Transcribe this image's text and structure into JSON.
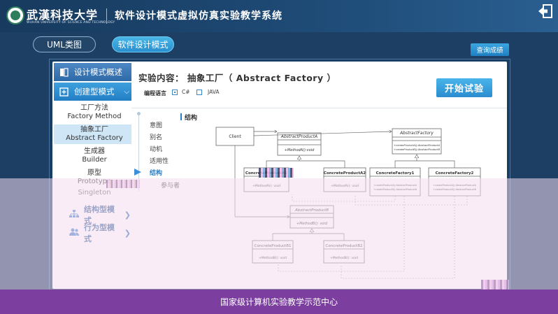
{
  "header": {
    "university_name": "武漢科技大学",
    "university_en": "WUHAN UNIVERSITY OF SCIENCE AND TECHNOLOGY",
    "system_title": "软件设计模式虚拟仿真实验教学系统",
    "exit_icon": "exit-icon"
  },
  "tabs": [
    {
      "label": "UML类图"
    },
    {
      "label": "软件设计模式"
    }
  ],
  "query_button": "查询成绩",
  "sidebar": {
    "overview": "设计模式概述",
    "creational": "创建型模式",
    "creational_items": [
      {
        "cn": "工厂方法",
        "en": "Factory Method"
      },
      {
        "cn": "抽象工厂",
        "en": "Abstract Factory"
      },
      {
        "cn": "生成器",
        "en": "Builder"
      },
      {
        "cn": "原型",
        "en": "Prototype"
      },
      {
        "cn": "",
        "en": "Singleton"
      }
    ],
    "structural": "结构型模式",
    "behavioral": "行为型模式"
  },
  "main": {
    "title": "实验内容： 抽象工厂（ Abstract Factory ）",
    "language_label": "编程语言",
    "lang_cs": "C#",
    "lang_java": "JAVA",
    "start_button": "开始试验",
    "toc": [
      "意图",
      "别名",
      "动机",
      "适用性",
      "结构",
      "参与者"
    ],
    "section_title": "结构"
  },
  "uml": {
    "client": "Client",
    "abstract_product_a": "AbstractProductA",
    "method_a": "+MethodA():void",
    "abstract_factory": "AbstractFactory",
    "create_a": "+createProductA():AbstractProductA",
    "create_b": "+createProductB():AbstractProductB",
    "concrete_a1": "ConcreteProductA1",
    "concrete_a2": "ConcreteProductA2",
    "concrete_f1": "ConcreteFactory1",
    "concrete_f2": "ConcreteFactory2",
    "method_a_short": "+MethodA(): void",
    "f_create_a": "+createProductA():AbstractProductA",
    "f_create_b": "+createProductB():AbstractProductB",
    "abstract_product_b": "AbstractProductB",
    "method_b": "+MethodB(): void",
    "concrete_b1": "ConcreteProductB1",
    "concrete_b2": "ConcreteProductB2"
  },
  "footer": "国家级计算机实验教学示范中心",
  "colors": {
    "accent": "#2a8fcf",
    "footer": "#7c3fa0",
    "background": "#1c3f63"
  }
}
